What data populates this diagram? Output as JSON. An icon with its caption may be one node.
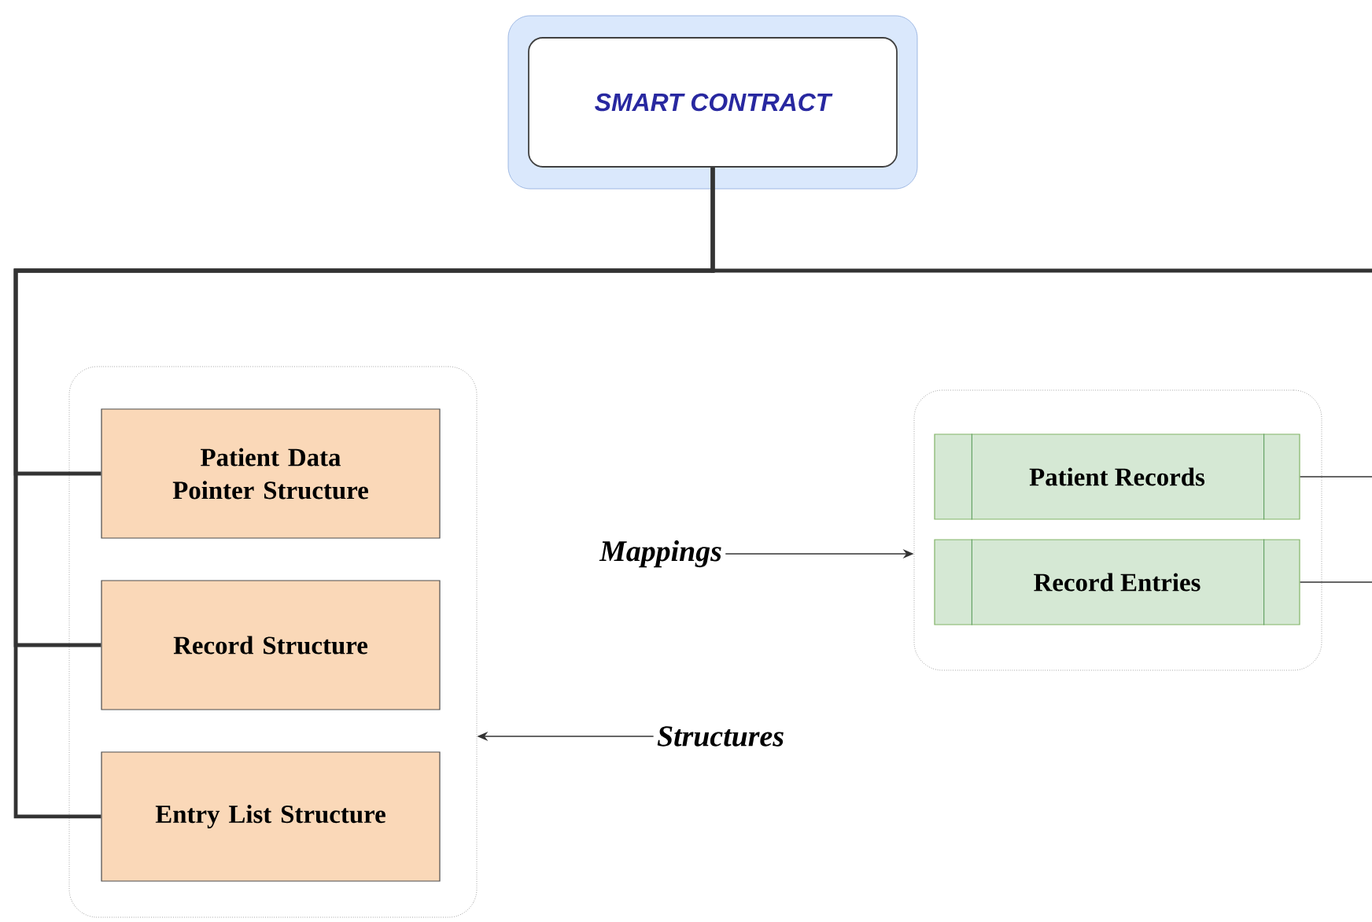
{
  "diagram": {
    "nodes": [
      {
        "text": [
          "SMART CONTRACT"
        ]
      },
      {
        "text": [],
        "shape": "box"
      },
      {
        "text": [
          "Patient Data Pointer Structure"
        ],
        "in": 1
      },
      {
        "text": [
          "Record Structure"
        ],
        "in": 1
      },
      {
        "text": [
          "Entry List Structure"
        ],
        "in": 1
      },
      {
        "text": [],
        "shape": "box"
      },
      {
        "text": [
          "Patient Records"
        ],
        "in": 5
      },
      {
        "text": [
          "Record Entries"
        ],
        "in": 5
      },
      {
        "text": [
          "Mappings"
        ]
      },
      {
        "text": [
          "Structures"
        ]
      }
    ],
    "edges": [
      {
        "from": 0,
        "to": 2,
        "arrow": "none",
        "style": "thick"
      },
      {
        "from": 0,
        "to": 3,
        "arrow": "none",
        "style": "thick"
      },
      {
        "from": 0,
        "to": 4,
        "arrow": "none",
        "style": "thick"
      },
      {
        "from": 0,
        "to": null,
        "arrow": "none",
        "style": "thick"
      },
      {
        "from": 6,
        "to": null,
        "arrow": "none"
      },
      {
        "from": 7,
        "to": null,
        "arrow": "none"
      },
      {
        "from": 8,
        "to": 5,
        "arrow": "to"
      },
      {
        "from": 9,
        "to": 1,
        "arrow": "to"
      }
    ]
  }
}
